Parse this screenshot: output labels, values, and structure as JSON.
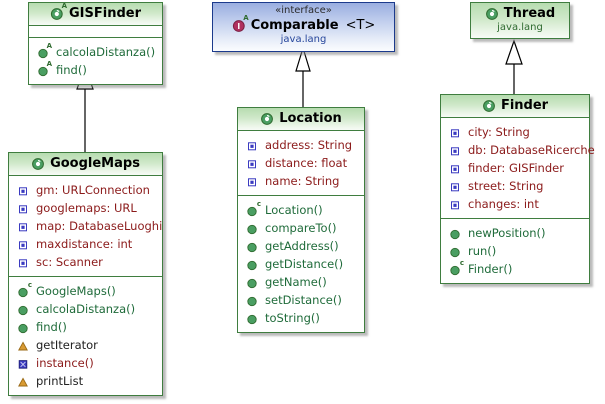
{
  "diagram": {
    "type": "uml-class-diagram",
    "background": "#ffffff",
    "colors": {
      "class_border": "#3f7d3f",
      "class_header_gradient_top": "#b7dcb0",
      "interface_border": "#1b3a8c",
      "interface_header_gradient_top": "#9aaee0",
      "field_text": "#8b1a1a",
      "method_text": "#1f6b3a",
      "package_text": "#2f6b2f",
      "public_icon": "#4a9e62",
      "private_icon": "#3a3ac0",
      "protected_icon": "#d89a33",
      "interface_icon": "#b03060"
    }
  },
  "classes": {
    "gisfinder": {
      "name": "GISFinder",
      "icon": "class-abstract-icon",
      "icon_superscript": "A",
      "package": "",
      "stereotype": "",
      "fields": [],
      "methods": [
        {
          "label": "calcolaDistanza()",
          "visibility": "public",
          "icon": "public-method-icon",
          "superscript": "A"
        },
        {
          "label": "find()",
          "visibility": "public",
          "icon": "public-method-icon",
          "superscript": "A"
        }
      ]
    },
    "comparable": {
      "name": "Comparable",
      "type_param": "<T>",
      "icon": "interface-icon",
      "icon_superscript": "A",
      "package": "java.lang",
      "stereotype": "«interface»",
      "fields": [],
      "methods": []
    },
    "thread": {
      "name": "Thread",
      "icon": "class-icon",
      "icon_superscript": "",
      "package": "java.lang",
      "stereotype": "",
      "fields": [],
      "methods": []
    },
    "googlemaps": {
      "name": "GoogleMaps",
      "icon": "class-icon",
      "icon_superscript": "",
      "package": "",
      "stereotype": "",
      "fields": [
        {
          "label": "gm: URLConnection",
          "visibility": "private",
          "icon": "private-field-icon"
        },
        {
          "label": "googlemaps: URL",
          "visibility": "private",
          "icon": "private-field-icon"
        },
        {
          "label": "map: DatabaseLuoghi",
          "visibility": "private",
          "icon": "private-field-icon"
        },
        {
          "label": "maxdistance: int",
          "visibility": "private",
          "icon": "private-field-icon"
        },
        {
          "label": "sc: Scanner",
          "visibility": "private",
          "icon": "private-field-icon"
        }
      ],
      "methods": [
        {
          "label": "GoogleMaps()",
          "visibility": "public",
          "icon": "public-method-icon",
          "superscript": "c"
        },
        {
          "label": "calcolaDistanza()",
          "visibility": "public",
          "icon": "public-method-icon",
          "superscript": ""
        },
        {
          "label": "find()",
          "visibility": "public",
          "icon": "public-method-icon",
          "superscript": ""
        },
        {
          "label": "getIterator",
          "visibility": "protected",
          "icon": "protected-method-icon",
          "superscript": ""
        },
        {
          "label": "instance()",
          "visibility": "private",
          "icon": "private-method-icon",
          "superscript": ""
        },
        {
          "label": "printList",
          "visibility": "protected",
          "icon": "protected-method-icon",
          "superscript": ""
        }
      ]
    },
    "location": {
      "name": "Location",
      "icon": "class-icon",
      "icon_superscript": "",
      "package": "",
      "stereotype": "",
      "fields": [
        {
          "label": "address: String",
          "visibility": "private",
          "icon": "private-field-icon"
        },
        {
          "label": "distance: float",
          "visibility": "private",
          "icon": "private-field-icon"
        },
        {
          "label": "name: String",
          "visibility": "private",
          "icon": "private-field-icon"
        }
      ],
      "methods": [
        {
          "label": "Location()",
          "visibility": "public",
          "icon": "public-method-icon",
          "superscript": "c"
        },
        {
          "label": "compareTo()",
          "visibility": "public",
          "icon": "public-method-icon",
          "superscript": ""
        },
        {
          "label": "getAddress()",
          "visibility": "public",
          "icon": "public-method-icon",
          "superscript": ""
        },
        {
          "label": "getDistance()",
          "visibility": "public",
          "icon": "public-method-icon",
          "superscript": ""
        },
        {
          "label": "getName()",
          "visibility": "public",
          "icon": "public-method-icon",
          "superscript": ""
        },
        {
          "label": "setDistance()",
          "visibility": "public",
          "icon": "public-method-icon",
          "superscript": ""
        },
        {
          "label": "toString()",
          "visibility": "public",
          "icon": "public-method-icon",
          "superscript": ""
        }
      ]
    },
    "finder": {
      "name": "Finder",
      "icon": "class-icon",
      "icon_superscript": "",
      "package": "",
      "stereotype": "",
      "fields": [
        {
          "label": "city: String",
          "visibility": "private",
          "icon": "private-field-icon"
        },
        {
          "label": "db: DatabaseRicerche",
          "visibility": "private",
          "icon": "private-field-icon"
        },
        {
          "label": "finder: GISFinder",
          "visibility": "private",
          "icon": "private-field-icon"
        },
        {
          "label": "street: String",
          "visibility": "private",
          "icon": "private-field-icon"
        },
        {
          "label": "changes: int",
          "visibility": "private",
          "icon": "private-field-icon"
        }
      ],
      "methods": [
        {
          "label": "newPosition()",
          "visibility": "public",
          "icon": "public-method-icon",
          "superscript": ""
        },
        {
          "label": "run()",
          "visibility": "public",
          "icon": "public-method-icon",
          "superscript": ""
        },
        {
          "label": "Finder()",
          "visibility": "public",
          "icon": "public-method-icon",
          "superscript": "c"
        }
      ]
    }
  },
  "relations": [
    {
      "name": "googlemaps-implements-gisfinder",
      "from": "GoogleMaps",
      "to": "GISFinder",
      "kind": "generalization",
      "line": "solid",
      "arrowhead": "hollow-triangle"
    },
    {
      "name": "location-implements-comparable",
      "from": "Location",
      "to": "Comparable",
      "kind": "realization",
      "line": "solid",
      "arrowhead": "hollow-triangle"
    },
    {
      "name": "finder-extends-thread",
      "from": "Finder",
      "to": "Thread",
      "kind": "generalization",
      "line": "solid",
      "arrowhead": "hollow-triangle"
    }
  ]
}
